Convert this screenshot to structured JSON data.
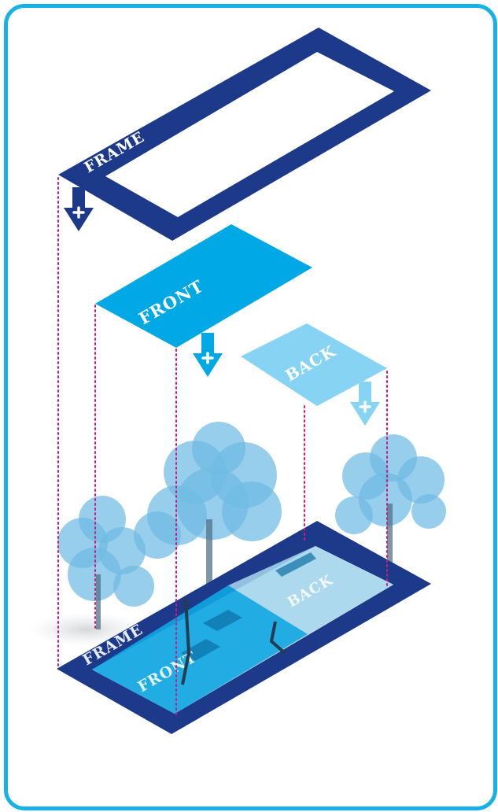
{
  "labels": {
    "frame_top": "FRAME",
    "front_layer": "FRONT",
    "back_layer": "BACK",
    "frame_bottom": "FRAME",
    "front_bottom": "FRONT",
    "back_bottom": "BACK"
  },
  "icons": {
    "add_arrow": "plus-arrow-down-icon",
    "tree": "tree-icon"
  },
  "colors": {
    "frame": "#1d3a8a",
    "front": "#00a9e6",
    "back": "#86d3f3",
    "guide": "#d6177d",
    "border": "#16b1e6",
    "tree": "#6fbbe3"
  }
}
